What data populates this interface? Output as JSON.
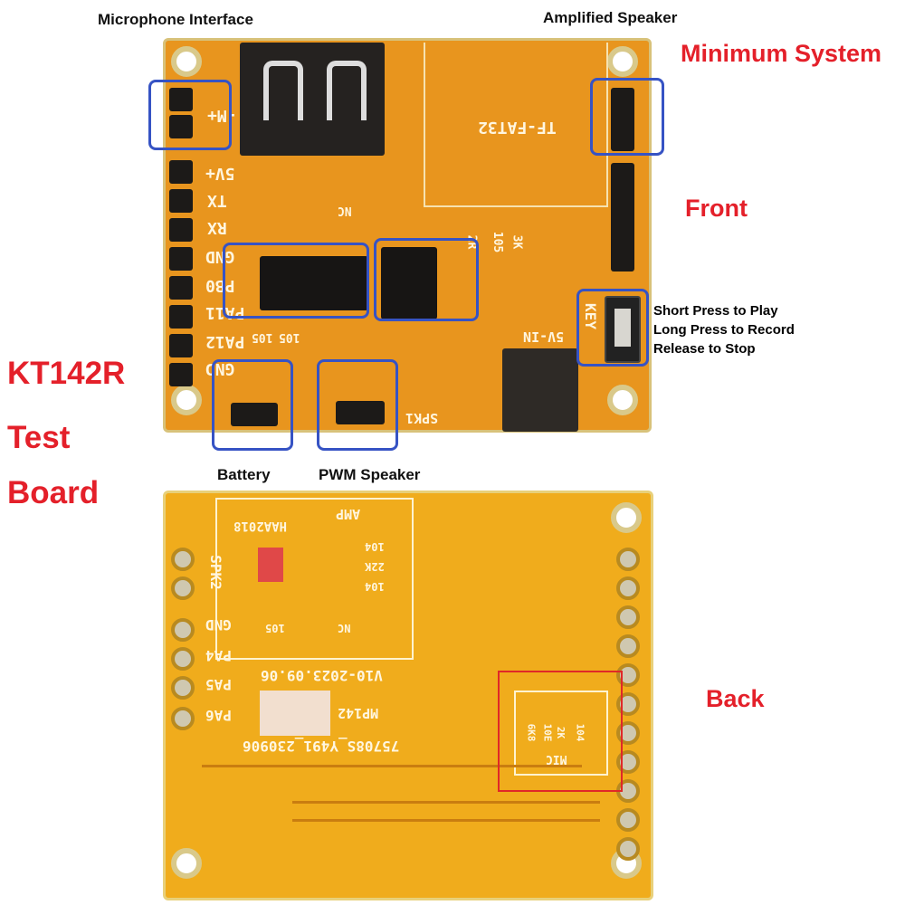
{
  "callouts": {
    "microphone_interface": "Microphone Interface",
    "amplified_speaker": "Amplified Speaker",
    "minimum_system": "Minimum System",
    "front": "Front",
    "key_instructions": [
      "Short Press to Play",
      "Long Press to Record",
      "Release to Stop"
    ],
    "battery": "Battery",
    "pwm_speaker": "PWM Speaker",
    "back": "Back"
  },
  "title": {
    "lines": [
      "KT142R",
      "Test",
      "Board"
    ]
  },
  "front_silkscreen": {
    "mic": "-M+",
    "pins": [
      "5V+",
      "TX",
      "RX",
      "GND",
      "PB0",
      "PA11",
      "PA12",
      "GND"
    ],
    "tf": "TF-FAT32",
    "nc": "NC",
    "parts": [
      "2R",
      "105",
      "3K",
      "105",
      "105"
    ],
    "key": "KEY",
    "usb": "5V-IN",
    "spk": "SPK1"
  },
  "back_silkscreen": {
    "amp": "AMP",
    "chip": "HAA2018",
    "spk": "SPK2",
    "pins": [
      "GND",
      "PA4",
      "PA5",
      "PA6"
    ],
    "version": "V10-2023.09.06",
    "model": "MP142",
    "code": "75708S_Y491_230906",
    "mic": "MIC",
    "parts": [
      "104",
      "22K",
      "104",
      "105",
      "NC",
      "2K",
      "10E",
      "6K8",
      "104"
    ]
  },
  "colors": {
    "callout_box": "#3653c4",
    "back_highlight": "#e02828",
    "accent_text": "#e4202a",
    "front_pcb": "#e8951e",
    "back_pcb": "#f0ac1c"
  }
}
